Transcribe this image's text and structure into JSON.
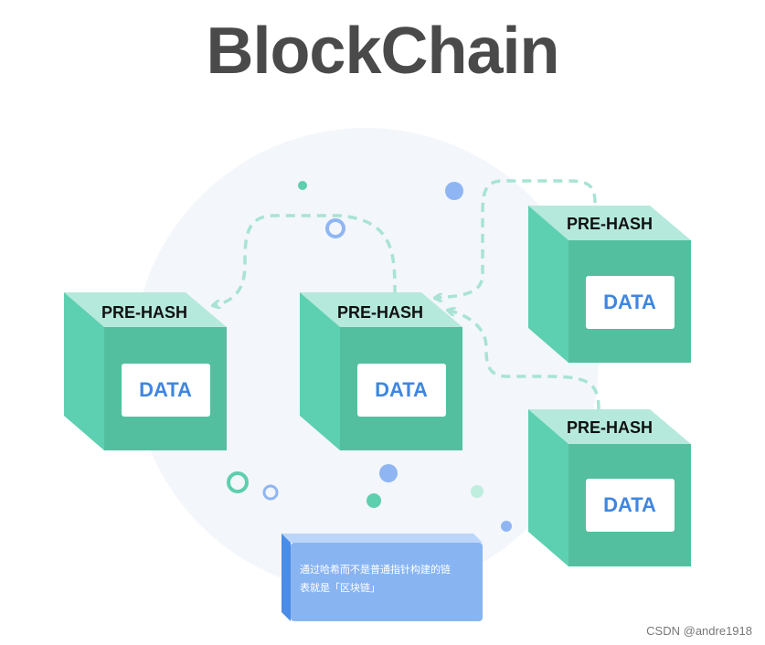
{
  "title": "BlockChain",
  "blocks": [
    {
      "header": "PRE-HASH",
      "data": "DATA"
    },
    {
      "header": "PRE-HASH",
      "data": "DATA"
    },
    {
      "header": "PRE-HASH",
      "data": "DATA"
    },
    {
      "header": "PRE-HASH",
      "data": "DATA"
    }
  ],
  "note": {
    "line1": "通过哈希而不是普通指针构建的链",
    "line2": "表就是「区块链」"
  },
  "watermark": "CSDN @andre1918",
  "colors": {
    "cube_top": "#b5e9dc",
    "cube_left": "#5dd0b1",
    "cube_front": "#53bf9e",
    "data_text": "#3f86e0",
    "arrow": "#a8e3d4",
    "note_box": "#88b4f2",
    "title": "#4a4a4a"
  }
}
